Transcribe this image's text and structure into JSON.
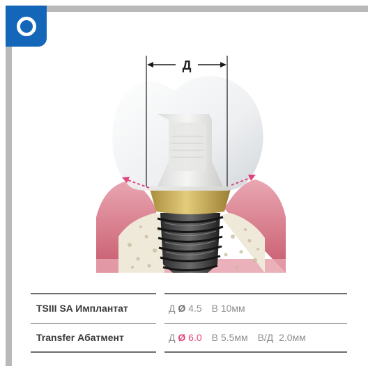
{
  "badge": {
    "icon": "circle-o-icon"
  },
  "diagram": {
    "dimension_label": "Д"
  },
  "specs": [
    {
      "label": "TSIII SA Имплантат",
      "d_prefix": "Д",
      "diameter_symbol": "Ø",
      "diameter": "4.5",
      "height": "В 10мм"
    },
    {
      "label": "Transfer Абатмент",
      "d_prefix": "Д",
      "diameter_symbol": "Ø",
      "diameter": "6.0",
      "height": "В 5.5мм",
      "ratio": "В/Д  2.0мм"
    }
  ],
  "colors": {
    "brand_blue": "#1466b8",
    "highlight_pink": "#e0447c",
    "frame_gray": "#b9b9b9"
  }
}
